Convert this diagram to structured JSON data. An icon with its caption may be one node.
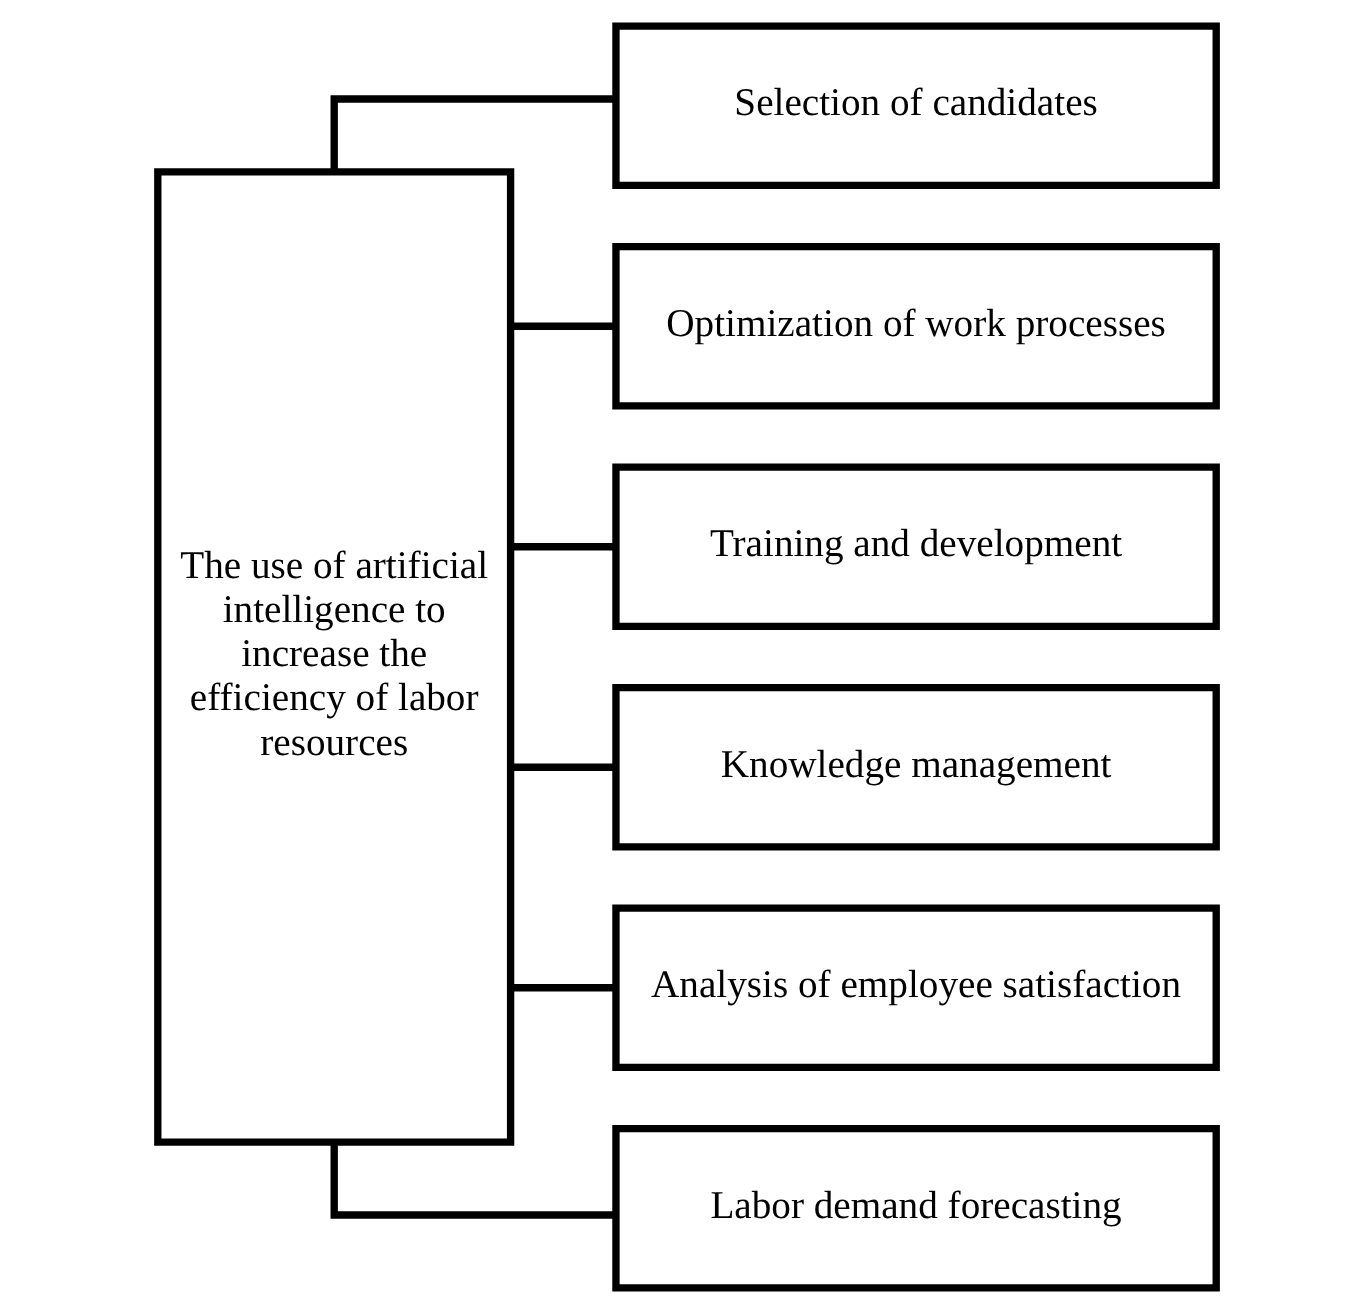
{
  "diagram": {
    "nodes": [
      {
        "text": [
          "The use of artificial intelligence to increase the efficiency of labor resources"
        ]
      },
      {
        "text": [
          "Selection of candidates"
        ]
      },
      {
        "text": [
          "Optimization of work processes"
        ]
      },
      {
        "text": [
          "Training and development"
        ]
      },
      {
        "text": [
          "Knowledge management"
        ]
      },
      {
        "text": [
          "Analysis of employee satisfaction"
        ]
      },
      {
        "text": [
          "Labor demand forecasting"
        ]
      }
    ],
    "edges": [
      {
        "from": 0,
        "to": 1,
        "arrow": "none"
      },
      {
        "from": 0,
        "to": 2,
        "arrow": "none"
      },
      {
        "from": 0,
        "to": 3,
        "arrow": "none"
      },
      {
        "from": 0,
        "to": 4,
        "arrow": "none"
      },
      {
        "from": 0,
        "to": 5,
        "arrow": "none"
      },
      {
        "from": 0,
        "to": 6,
        "arrow": "none"
      }
    ]
  }
}
